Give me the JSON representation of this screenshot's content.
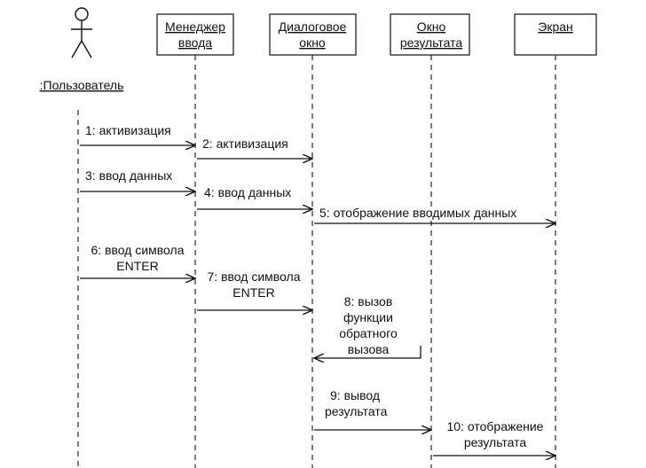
{
  "actor": {
    "name": ":Пользователь"
  },
  "objects": [
    {
      "id": "input_manager",
      "label": [
        "Менеджер",
        "ввода"
      ]
    },
    {
      "id": "dialog",
      "label": [
        "Диалоговое",
        "окно"
      ]
    },
    {
      "id": "result_window",
      "label": [
        "Окно",
        "результата"
      ]
    },
    {
      "id": "screen",
      "label": [
        "Экран"
      ]
    }
  ],
  "messages": [
    {
      "number": "1",
      "label": [
        "1: активизация"
      ]
    },
    {
      "number": "2",
      "label": [
        "2: активизация"
      ]
    },
    {
      "number": "3",
      "label": [
        "3: ввод данных"
      ]
    },
    {
      "number": "4",
      "label": [
        "4: ввод данных"
      ]
    },
    {
      "number": "5",
      "label": [
        "5: отображение вводимых данных"
      ]
    },
    {
      "number": "6",
      "label": [
        "6: ввод символа",
        "ENTER"
      ]
    },
    {
      "number": "7",
      "label": [
        "7: ввод символа",
        "ENTER"
      ]
    },
    {
      "number": "8",
      "label": [
        "8: вызов",
        "функции",
        "обратного",
        "вызова"
      ]
    },
    {
      "number": "9",
      "label": [
        "9: вывод",
        "результата"
      ]
    },
    {
      "number": "10",
      "label": [
        "10: отображение",
        "результата"
      ]
    }
  ]
}
